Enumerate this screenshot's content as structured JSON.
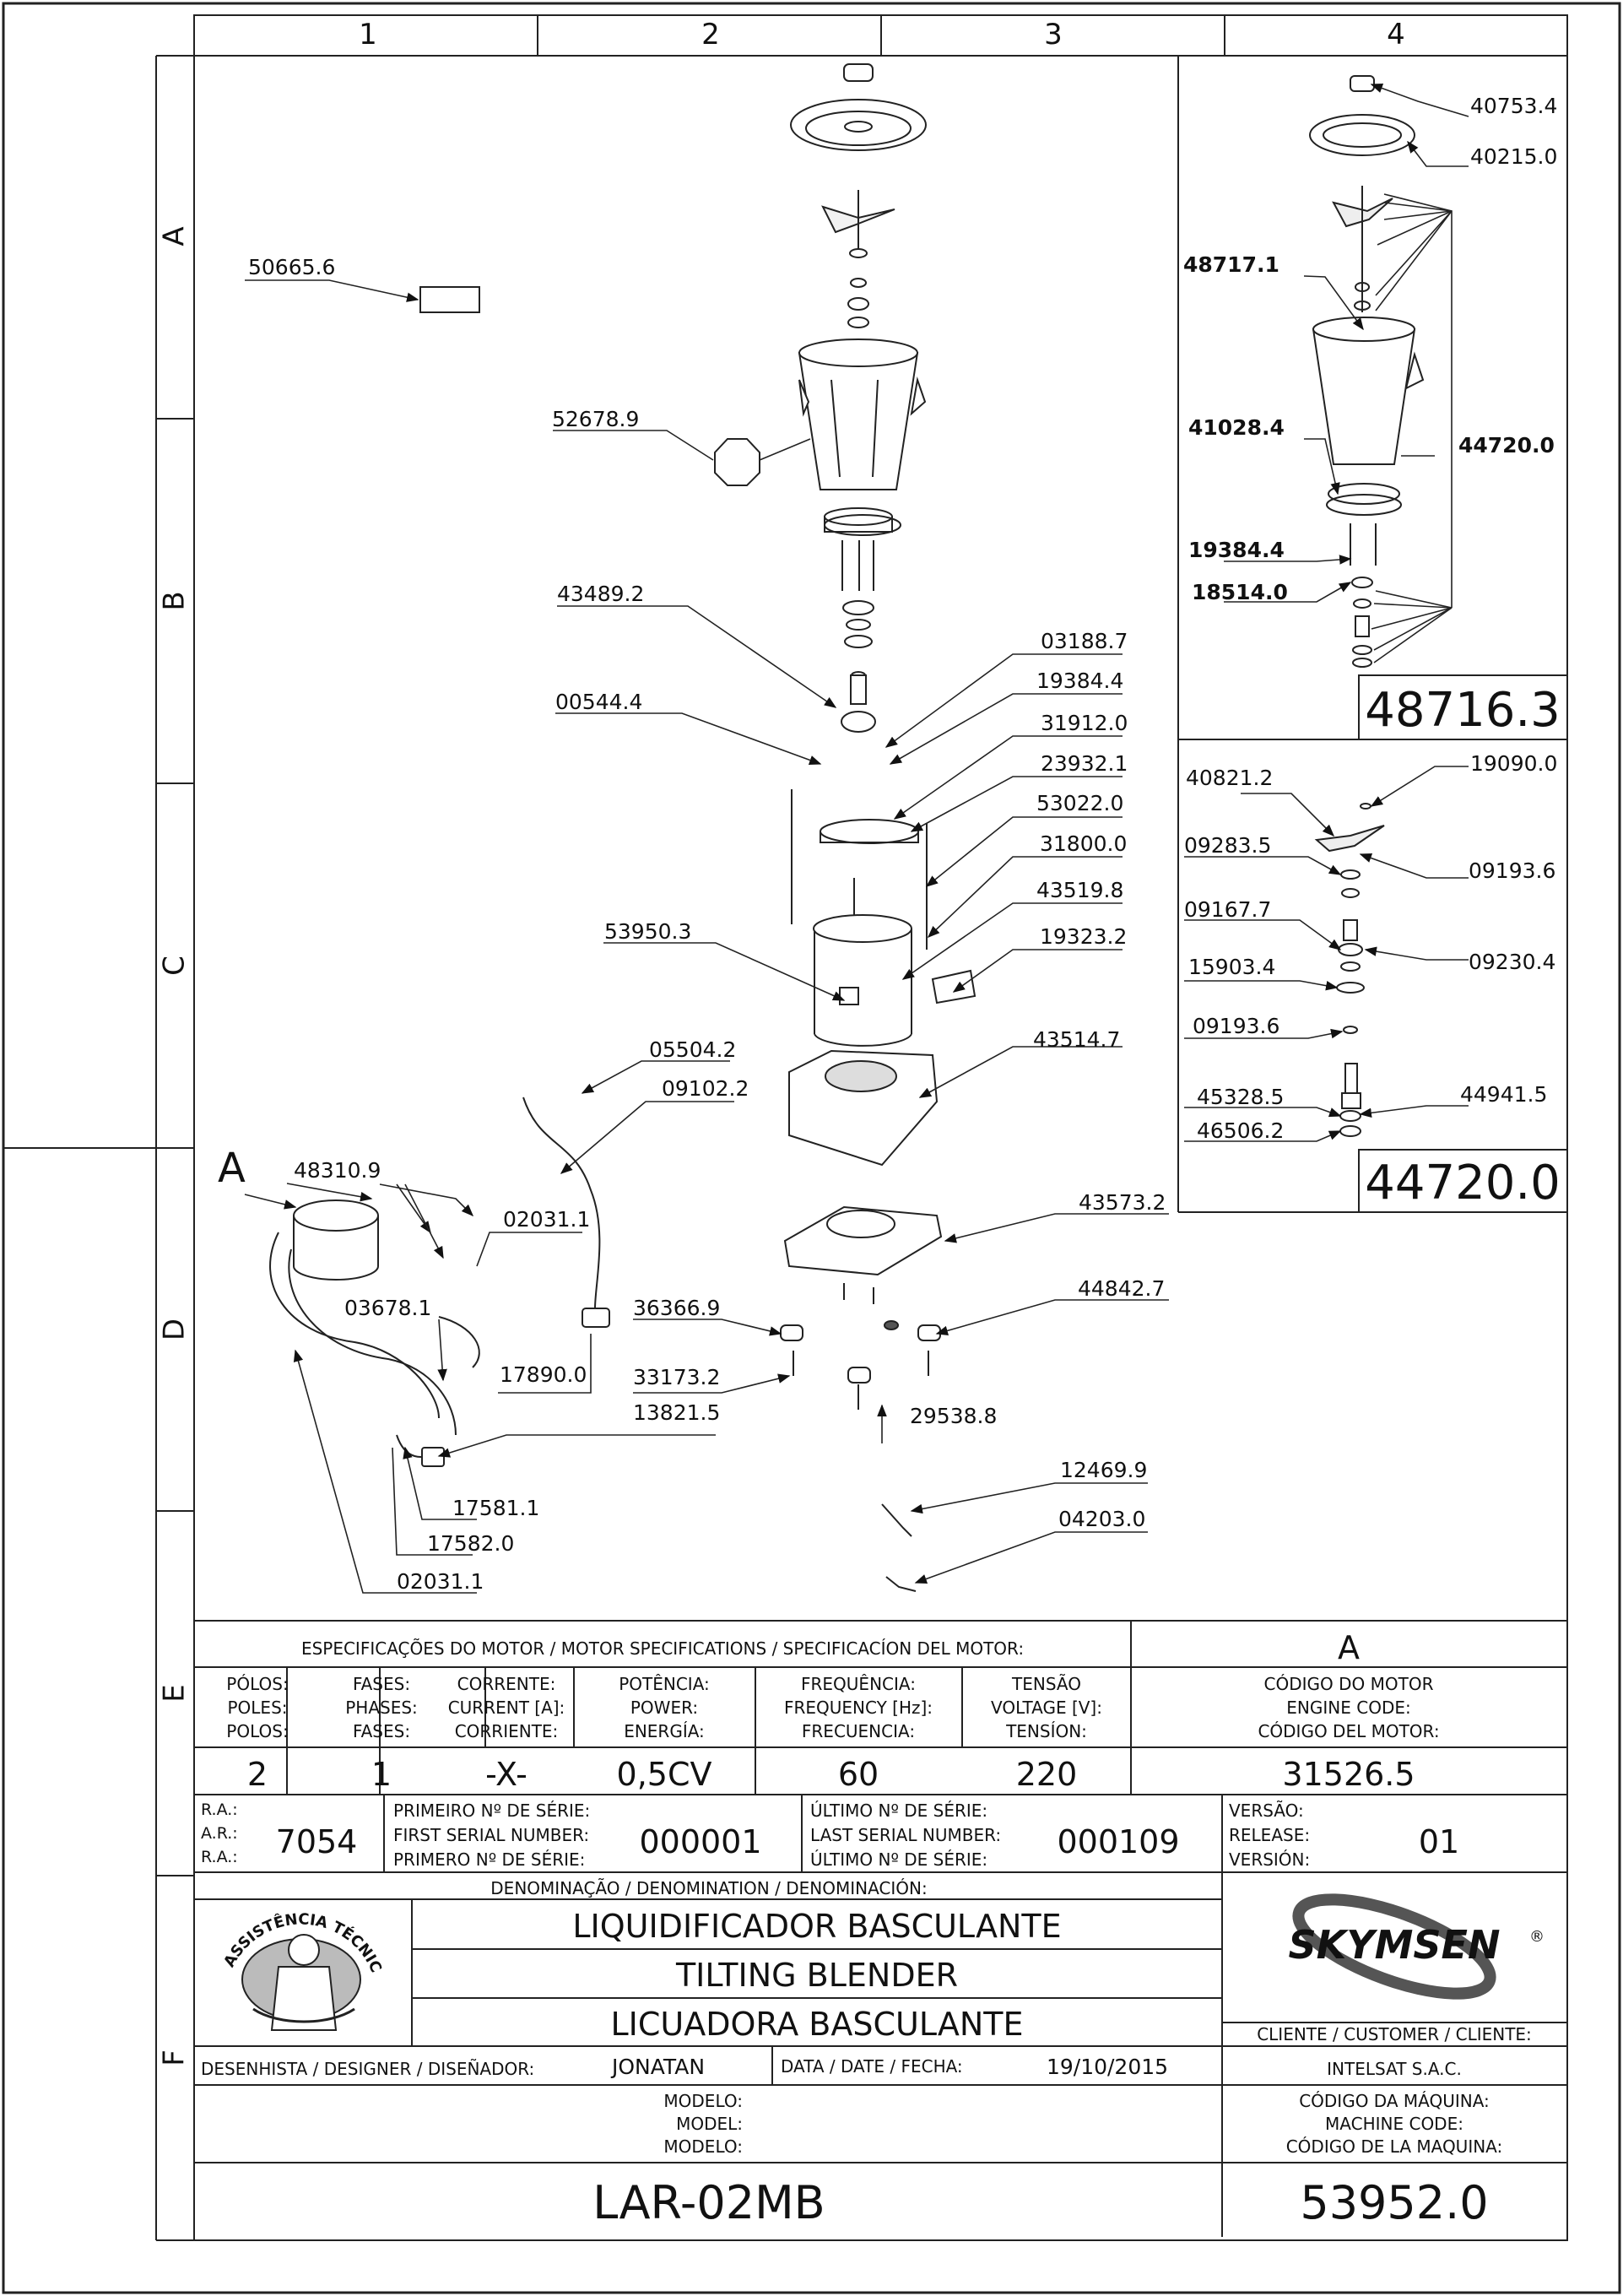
{
  "grid": {
    "columns": [
      "1",
      "2",
      "3",
      "4"
    ],
    "rows": [
      "A",
      "B",
      "C",
      "D",
      "E",
      "F"
    ]
  },
  "callouts_main": [
    {
      "code": "50665.6"
    },
    {
      "code": "52678.9"
    },
    {
      "code": "43489.2"
    },
    {
      "code": "00544.4"
    },
    {
      "code": "03188.7"
    },
    {
      "code": "19384.4"
    },
    {
      "code": "31912.0"
    },
    {
      "code": "23932.1"
    },
    {
      "code": "53022.0"
    },
    {
      "code": "31800.0"
    },
    {
      "code": "43519.8"
    },
    {
      "code": "19323.2"
    },
    {
      "code": "53950.3"
    },
    {
      "code": "05504.2"
    },
    {
      "code": "09102.2"
    },
    {
      "code": "43514.7"
    },
    {
      "code": "48310.9"
    },
    {
      "code": "02031.1"
    },
    {
      "code": "43573.2"
    },
    {
      "code": "03678.1"
    },
    {
      "code": "36366.9"
    },
    {
      "code": "44842.7"
    },
    {
      "code": "17890.0"
    },
    {
      "code": "33173.2"
    },
    {
      "code": "13821.5"
    },
    {
      "code": "29538.8"
    },
    {
      "code": "12469.9"
    },
    {
      "code": "04203.0"
    },
    {
      "code": "17581.1"
    },
    {
      "code": "17582.0"
    },
    {
      "code": "02031.1"
    }
  ],
  "detail_a_label": "A",
  "detail_top": {
    "callouts": [
      "40753.4",
      "40215.0",
      "48717.1",
      "41028.4",
      "44720.0",
      "19384.4",
      "18514.0"
    ],
    "assembly_code": "48716.3"
  },
  "detail_bottom": {
    "callouts": [
      "40821.2",
      "19090.0",
      "09283.5",
      "09193.6",
      "09167.7",
      "09230.4",
      "15903.4",
      "09193.6",
      "44941.5",
      "45328.5",
      "46506.2"
    ],
    "assembly_code": "44720.0"
  },
  "motor": {
    "header": "ESPECIFICAÇÕES DO MOTOR / MOTOR SPECIFICATIONS / SPECIFICACÍON DEL MOTOR:",
    "variant": "A",
    "columns": [
      {
        "l1": "PÓLOS:",
        "l2": "POLES:",
        "l3": "POLOS:",
        "value": "2"
      },
      {
        "l1": "FASES:",
        "l2": "PHASES:",
        "l3": "FASES:",
        "value": "1"
      },
      {
        "l1": "CORRENTE:",
        "l2": "CURRENT [A]:",
        "l3": "CORRIENTE:",
        "value": "-X-"
      },
      {
        "l1": "POTÊNCIA:",
        "l2": "POWER:",
        "l3": "ENERGÍA:",
        "value": "0,5CV"
      },
      {
        "l1": "FREQUÊNCIA:",
        "l2": "FREQUENCY [Hz]:",
        "l3": "FRECUENCIA:",
        "value": "60"
      },
      {
        "l1": "TENSÃO",
        "l2": "VOLTAGE [V]:",
        "l3": "TENSÍON:",
        "value": "220"
      },
      {
        "l1": "CÓDIGO DO MOTOR",
        "l2": "ENGINE CODE:",
        "l3": "CÓDIGO DEL MOTOR:",
        "value": "31526.5"
      }
    ]
  },
  "serial": {
    "ra_labels": [
      "R.A.:",
      "A.R.:",
      "R.A.:"
    ],
    "ra_value": "7054",
    "first_labels": [
      "PRIMEIRO Nº DE SÉRIE:",
      "FIRST SERIAL NUMBER:",
      "PRIMERO Nº DE SÉRIE:"
    ],
    "first_value": "000001",
    "last_labels": [
      "ÚLTIMO Nº DE SÉRIE:",
      "LAST SERIAL NUMBER:",
      "ÚLTIMO Nº DE SÉRIE:"
    ],
    "last_value": "000109",
    "release_labels": [
      "VERSÃO:",
      "RELEASE:",
      "VERSIÓN:"
    ],
    "release_value": "01"
  },
  "denomination": {
    "header": "DENOMINAÇÃO / DENOMINATION / DENOMINACIÓN:",
    "pt": "LIQUIDIFICADOR BASCULANTE",
    "en": "TILTING BLENDER",
    "es": "LICUADORA BASCULANTE"
  },
  "seal": {
    "text": "ASSISTÊNCIA TÉCNICA AUTORIZADA"
  },
  "brand": {
    "name": "SKYMSEN",
    "reg": "®"
  },
  "customer": {
    "label": "CLIENTE / CUSTOMER / CLIENTE:",
    "value": "INTELSAT S.A.C."
  },
  "designer": {
    "label": "DESENHISTA / DESIGNER / DISEÑADOR:",
    "value": "JONATAN",
    "date_label": "DATA / DATE / FECHA:",
    "date": "19/10/2015"
  },
  "model": {
    "labels": [
      "MODELO:",
      "MODEL:",
      "MODELO:"
    ],
    "value": "LAR-02MB"
  },
  "machine": {
    "labels": [
      "CÓDIGO DA MÁQUINA:",
      "MACHINE CODE:",
      "CÓDIGO DE LA MAQUINA:"
    ],
    "value": "53952.0"
  }
}
